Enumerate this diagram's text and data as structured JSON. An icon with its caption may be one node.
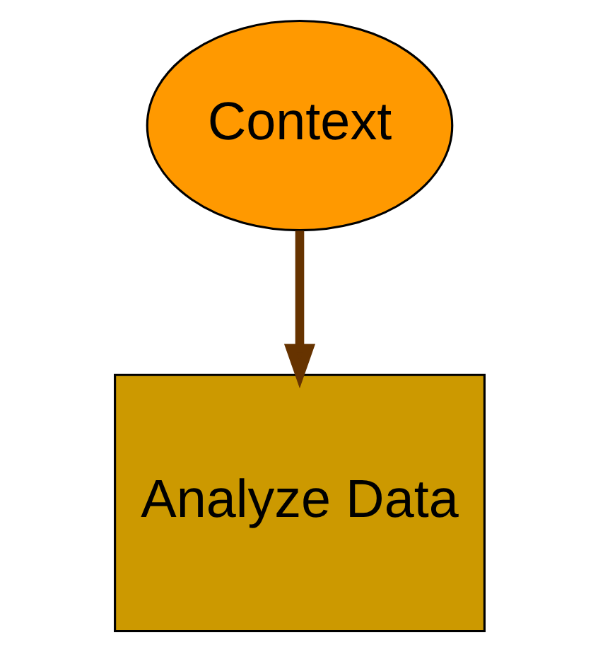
{
  "diagram": {
    "nodes": [
      {
        "text": [
          "Context"
        ]
      },
      {
        "text": [
          "Analyze Data"
        ]
      }
    ],
    "edges": [
      {
        "from": 0,
        "to": 1,
        "arrow": "to"
      }
    ]
  }
}
